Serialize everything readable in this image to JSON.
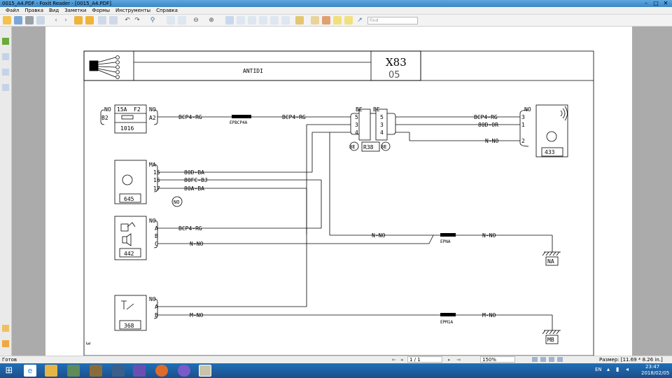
{
  "window": {
    "title": "0015_A4.PDF - Foxit Reader - [0015_A4.PDF]"
  },
  "menu": [
    "Файл",
    "Правка",
    "Вид",
    "Заметки",
    "Формы",
    "Инструменты",
    "Справка"
  ],
  "toolbar": {
    "find_placeholder": "Find"
  },
  "statusbar": {
    "ready_label": "Готов",
    "page_display": "1 / 1",
    "zoom": "150%",
    "size_label": "Размер: [11.69 * 8.26 in.]"
  },
  "taskbar": {
    "lang": "EN",
    "time": "23:47",
    "date": "2018/02/05"
  },
  "diagram": {
    "header_title": "ANTIDI",
    "code": "X83",
    "code_sub": "05",
    "components": {
      "c1016": {
        "id": "1016",
        "fuse": "15A",
        "fuse_id": "F2",
        "pin_in": "B2",
        "pin_out": "A2",
        "conn_in": "NO",
        "conn_out": "NO"
      },
      "c645": {
        "id": "645",
        "conn": "MA",
        "pins": [
          "15",
          "16",
          "17"
        ],
        "badge": "NO"
      },
      "c442": {
        "id": "442",
        "conn": "NO",
        "pins": [
          "A",
          "B",
          "C"
        ]
      },
      "c368": {
        "id": "368",
        "conn": "NO",
        "pins": [
          "A",
          "B"
        ]
      },
      "c433": {
        "id": "433",
        "conn": "NO",
        "pins": [
          "3",
          "1",
          "2"
        ]
      },
      "r38": {
        "id": "R38",
        "left_tag": "BE",
        "right_tag": "BE",
        "left_conn": "BE",
        "right_conn": "BE",
        "left_pins": [
          "5",
          "3",
          "4"
        ],
        "right_pins": [
          "5",
          "3",
          "4"
        ]
      }
    },
    "wires": {
      "w1": "BCP4-RG",
      "w2": "BCP4-RG",
      "w3": "BCP4-RG",
      "w4": "80D-OR",
      "w5": "N-NO",
      "w6": "80D-BA",
      "w7": "80FC-BJ",
      "w8": "80A-BA",
      "w9": "BCP4-RG",
      "w10": "N-NO",
      "w11": "N-NO",
      "w12": "N-NO",
      "w13": "M-NO",
      "w14": "M-NO"
    },
    "splices": {
      "s1": "EPBCP4A",
      "s2": "EPNA",
      "s3": "EPM1A"
    },
    "grounds": {
      "g1": "NA",
      "g2": "MB"
    },
    "page_marker": "3"
  }
}
